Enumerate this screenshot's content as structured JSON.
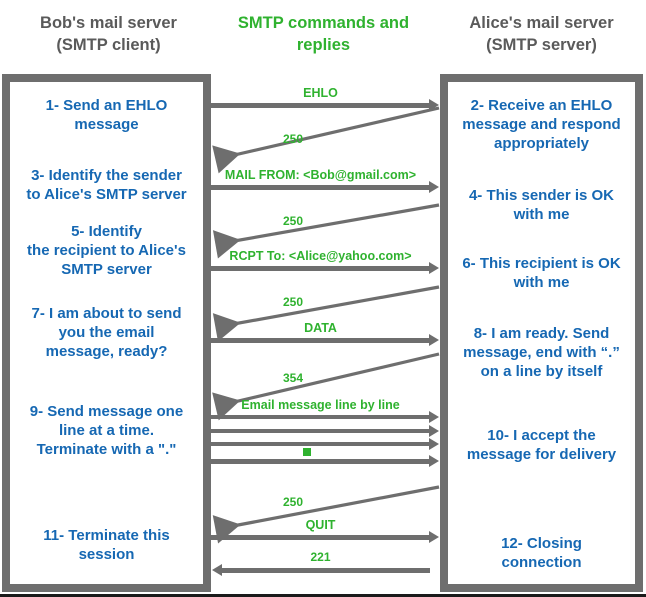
{
  "diagram": {
    "title_left": "Bob's mail server\n(SMTP client)",
    "title_middle": "SMTP commands and\nreplies",
    "title_right": "Alice's mail server\n(SMTP server)",
    "colors": {
      "green": "#2fb22f",
      "blue": "#1668b3",
      "grey": "#6e6e6e",
      "white": "#ffffff",
      "black": "#1a1a1a"
    }
  },
  "client_steps": [
    {
      "id": "step-1",
      "text": "1- Send an EHLO\nmessage"
    },
    {
      "id": "step-3",
      "text": "3- Identify the sender\nto Alice's SMTP server"
    },
    {
      "id": "step-5",
      "text": "5- Identify\nthe recipient to Alice's\nSMTP server"
    },
    {
      "id": "step-7",
      "text": "7- I am about to send\nyou the email\nmessage, ready?"
    },
    {
      "id": "step-9",
      "text": "9- Send message one\nline at a time.\nTerminate with a \".\""
    },
    {
      "id": "step-11",
      "text": "11- Terminate this\nsession"
    }
  ],
  "server_steps": [
    {
      "id": "step-2",
      "text": "2- Receive an EHLO\nmessage and respond\nappropriately"
    },
    {
      "id": "step-4",
      "text": "4- This sender is OK\nwith me"
    },
    {
      "id": "step-6",
      "text": "6- This recipient is OK\nwith me"
    },
    {
      "id": "step-8",
      "text": "8-  I am ready. Send\nmessage, end with “.”\non a line by itself"
    },
    {
      "id": "step-10",
      "text": "10-  I accept the\nmessage for delivery"
    },
    {
      "id": "step-12",
      "text": "12-  Closing\nconnection"
    }
  ],
  "messages": [
    {
      "id": "msg-ehlo",
      "label": "EHLO",
      "direction": "client-to-server",
      "kind": "command"
    },
    {
      "id": "msg-250a",
      "label": "250",
      "direction": "server-to-client",
      "kind": "reply"
    },
    {
      "id": "msg-mailfrom",
      "label": "MAIL FROM: <Bob@gmail.com>",
      "direction": "client-to-server",
      "kind": "command"
    },
    {
      "id": "msg-250b",
      "label": "250",
      "direction": "server-to-client",
      "kind": "reply"
    },
    {
      "id": "msg-rcptto",
      "label": "RCPT To: <Alice@yahoo.com>",
      "direction": "client-to-server",
      "kind": "command"
    },
    {
      "id": "msg-250c",
      "label": "250",
      "direction": "server-to-client",
      "kind": "reply"
    },
    {
      "id": "msg-data",
      "label": "DATA",
      "direction": "client-to-server",
      "kind": "command"
    },
    {
      "id": "msg-354",
      "label": "354",
      "direction": "server-to-client",
      "kind": "reply"
    },
    {
      "id": "msg-body",
      "label": "Email message line by line",
      "direction": "client-to-server",
      "kind": "command"
    },
    {
      "id": "msg-body-2",
      "label": "",
      "direction": "client-to-server",
      "kind": "command"
    },
    {
      "id": "msg-body-3",
      "label": "",
      "direction": "client-to-server",
      "kind": "command"
    },
    {
      "id": "msg-terminator",
      "label": "",
      "direction": "client-to-server",
      "kind": "command"
    },
    {
      "id": "msg-250d",
      "label": "250",
      "direction": "server-to-client",
      "kind": "reply"
    },
    {
      "id": "msg-quit",
      "label": "QUIT",
      "direction": "client-to-server",
      "kind": "command"
    },
    {
      "id": "msg-221",
      "label": "221",
      "direction": "server-to-client",
      "kind": "reply"
    }
  ]
}
